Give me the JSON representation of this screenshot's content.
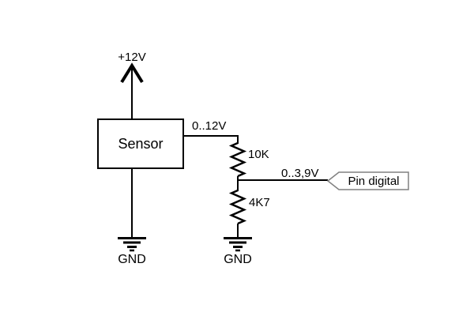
{
  "diagram": {
    "type": "circuit-schematic",
    "description": "Voltage divider connecting a 12V sensor output to a digital input pin",
    "power": {
      "supply_label": "+12V"
    },
    "sensor": {
      "label": "Sensor",
      "output_signal": "0..12V"
    },
    "resistors": [
      {
        "id": "R-top",
        "value": "10K"
      },
      {
        "id": "R-bottom",
        "value": "4K7"
      }
    ],
    "divider_output": {
      "signal": "0..3,9V",
      "pin_label": "Pin digital"
    },
    "grounds": [
      {
        "label": "GND"
      },
      {
        "label": "GND"
      }
    ],
    "colors": {
      "wire": "#000000",
      "text": "#000000",
      "flag_outline": "#808080",
      "background": "#ffffff"
    }
  }
}
